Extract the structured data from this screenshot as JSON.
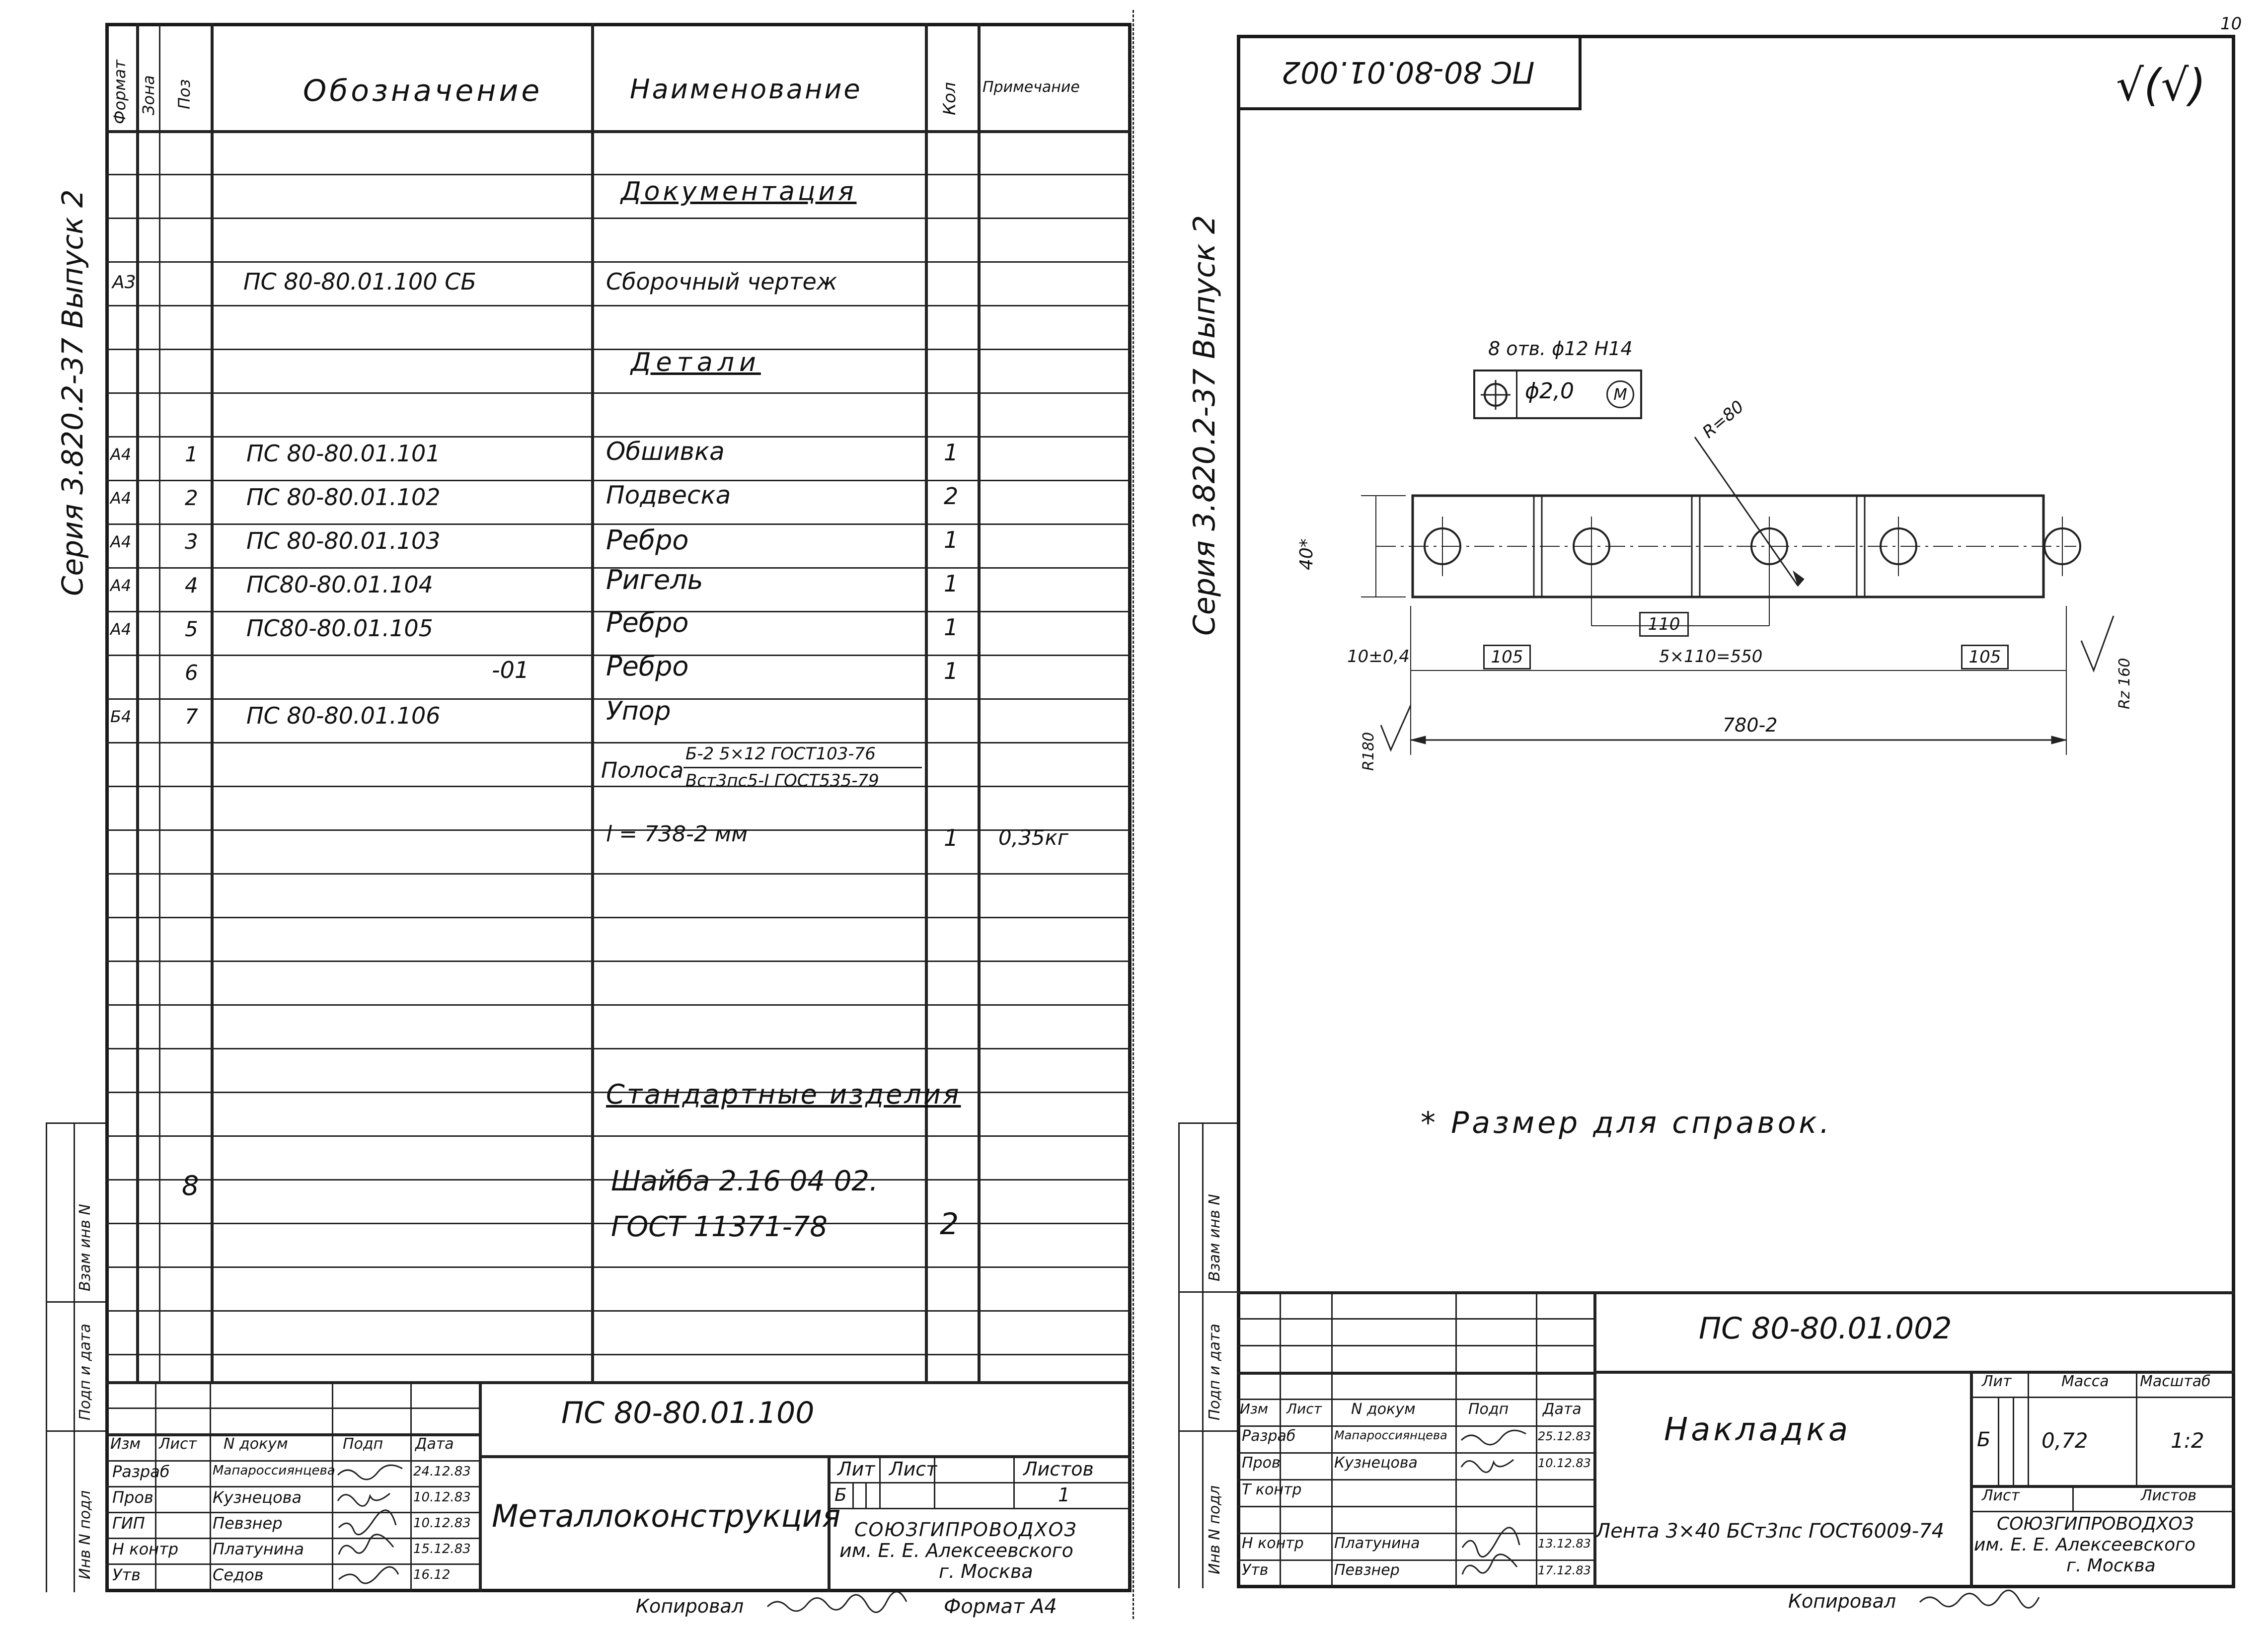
{
  "page_number": "10",
  "left_margin_text": "Серия 3.820.2-37 Выпуск 2",
  "left_sheet": {
    "headers": {
      "format": "Формат",
      "zone": "Зона",
      "pos": "Поз",
      "designation": "Обозначение",
      "name": "Наименование",
      "qty": "Кол",
      "note": "Примечание"
    },
    "rows": [
      {
        "format": "",
        "pos": "",
        "designation": "",
        "name": "Документация",
        "qty": "",
        "note": ""
      },
      {
        "format": "А3",
        "pos": "",
        "designation": "ПС 80-80.01.100 СБ",
        "name": "Сборочный чертеж",
        "qty": "",
        "note": ""
      },
      {
        "format": "",
        "pos": "",
        "designation": "",
        "name": "Детали",
        "qty": "",
        "note": ""
      },
      {
        "format": "А4",
        "pos": "1",
        "designation": "ПС 80-80.01.101",
        "name": "Обшивка",
        "qty": "1",
        "note": ""
      },
      {
        "format": "А4",
        "pos": "2",
        "designation": "ПС 80-80.01.102",
        "name": "Подвеска",
        "qty": "2",
        "note": ""
      },
      {
        "format": "А4",
        "pos": "3",
        "designation": "ПС 80-80.01.103",
        "name": "Ребро",
        "qty": "1",
        "note": ""
      },
      {
        "format": "А4",
        "pos": "4",
        "designation": "ПС80-80.01.104",
        "name": "Ригель",
        "qty": "1",
        "note": ""
      },
      {
        "format": "А4",
        "pos": "5",
        "designation": "ПС80-80.01.105",
        "name": "Ребро",
        "qty": "1",
        "note": ""
      },
      {
        "format": "",
        "pos": "6",
        "designation": "-01",
        "name": "Ребро",
        "qty": "1",
        "note": ""
      },
      {
        "format": "Б4",
        "pos": "7",
        "designation": "ПС 80-80.01.106",
        "name": "Упор",
        "qty": "",
        "note": ""
      },
      {
        "format": "",
        "pos": "",
        "designation": "",
        "name": "Полоса",
        "qty": "",
        "note": ""
      },
      {
        "format": "",
        "pos": "",
        "designation": "",
        "name": "l = 738-2 мм",
        "qty": "1",
        "note": "0,35кг"
      },
      {
        "format": "",
        "pos": "",
        "designation": "",
        "name": "Стандартные изделия",
        "qty": "",
        "note": ""
      },
      {
        "format": "",
        "pos": "8",
        "designation": "",
        "name": "Шайба 2.16 04 02.",
        "qty": "",
        "note": ""
      },
      {
        "format": "",
        "pos": "",
        "designation": "",
        "name": "ГОСТ 11371-78",
        "qty": "2",
        "note": ""
      }
    ],
    "strip_fraction_top": "Б-2 5×12 ГОСТ103-76",
    "strip_fraction_bottom": "Вст3пс5-I ГОСТ535-79",
    "title_block": {
      "code": "ПС 80-80.01.100",
      "title": "Металлоконструкция",
      "lit_label": "Лит",
      "list_label": "Лист",
      "listov_label": "Листов",
      "lit_value": "Б",
      "listov_value": "1",
      "org_line1": "СОЮЗГИПРОВОДХОЗ",
      "org_line2": "им. Е. Е. Алексеевского",
      "org_line3": "г. Москва",
      "col_izm": "Изм",
      "col_list": "Лист",
      "col_ndokum": "N докум",
      "col_podp": "Подп",
      "col_data": "Дата",
      "roles": [
        "Разраб",
        "Пров",
        "ГИП",
        "Н контр",
        "Утв"
      ],
      "names": [
        "Мапароссиянцева",
        "Кузнецова",
        "Певзнер",
        "Платунина",
        "Седов"
      ],
      "dates": [
        "24.12.83",
        "10.12.83",
        "10.12.83",
        "15.12.83",
        "16.12"
      ]
    },
    "footer_copied": "Копировал",
    "footer_format": "Формат А4",
    "margin_stamp_labels": [
      "Инв N подл",
      "Подп и дата",
      "Взам инв N"
    ]
  },
  "right_sheet": {
    "margin_text": "Серия 3.820.2-37 Выпуск 2",
    "inverted_code": "ПС 80-80.01.002",
    "roughness": "√(√)",
    "drawing": {
      "holes_note": "8 отв. ϕ12 Н14",
      "position_tol": "ϕ2,0",
      "tol_modifier": "М",
      "radius_label": "R=80",
      "height_dim": "40*",
      "dim_110": "110",
      "dim_left": "10±0,4",
      "dim_105a": "105",
      "dim_chain": "5×110=550",
      "dim_105b": "105",
      "dim_total": "780-2",
      "rz_left": "R180",
      "rz_right": "Rz 160"
    },
    "note": "* Размер для справок.",
    "title_block": {
      "code": "ПС 80-80.01.002",
      "title": "Накладка",
      "material": "Лента 3×40 БСт3пс ГОСТ6009-74",
      "lit_label": "Лит",
      "mass_label": "Масса",
      "scale_label": "Масштаб",
      "lit_value": "Б",
      "mass_value": "0,72",
      "scale_value": "1:2",
      "list_label": "Лист",
      "listov_label": "Листов",
      "org_line1": "СОЮЗГИПРОВОДХОЗ",
      "org_line2": "им. Е. Е. Алексеевского",
      "org_line3": "г. Москва",
      "col_izm": "Изм",
      "col_list": "Лист",
      "col_ndokum": "N докум",
      "col_podp": "Подп",
      "col_data": "Дата",
      "roles": [
        "Разраб",
        "Пров",
        "Т контр",
        "",
        "Н контр",
        "Утв"
      ],
      "names": [
        "Мапароссиянцева",
        "Кузнецова",
        "",
        "",
        "Платунина",
        "Певзнер"
      ],
      "dates": [
        "25.12.83",
        "10.12.83",
        "",
        "",
        "13.12.83",
        "17.12.83"
      ]
    },
    "footer_copied": "Копировал",
    "margin_stamp_labels": [
      "Инв N подл",
      "Подп и дата",
      "Взам инв N"
    ]
  }
}
